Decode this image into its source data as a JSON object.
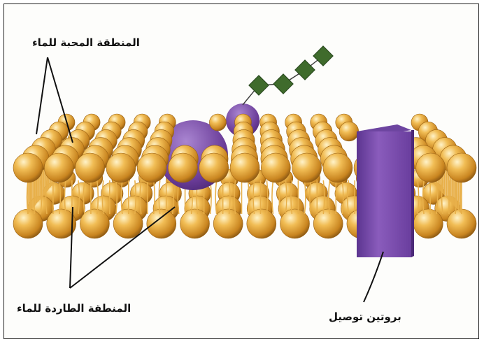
{
  "labels": {
    "hydrophilic_region": "المنطقة المحبة للماء",
    "hydrophobic_region": "المنطقة الطاردة للماء",
    "channel_protein": "بروتين توصيل"
  },
  "colors": {
    "phosphate_head": "#e3a43a",
    "fatty_tail": "#e8b04a",
    "protein": "#7b4ca8",
    "carbohydrate_chain": "#3f6b2c",
    "background": "#fdfdfb",
    "frame": "#222222"
  }
}
